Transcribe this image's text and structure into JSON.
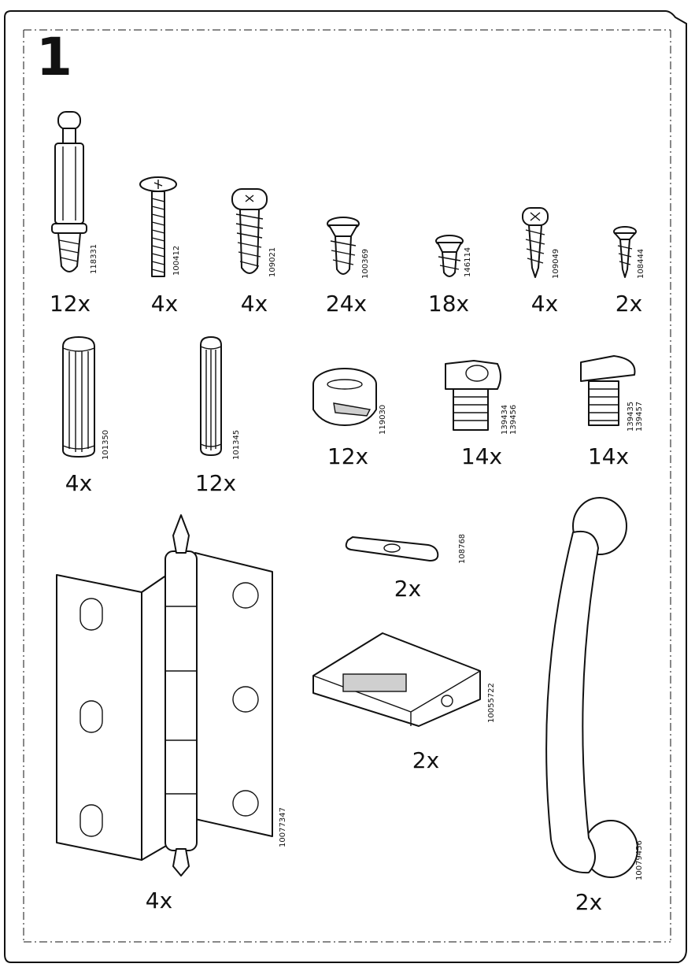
{
  "step_number": "1",
  "parts": [
    {
      "code": "118331",
      "qty": "12x"
    },
    {
      "code": "100412",
      "qty": "4x"
    },
    {
      "code": "109021",
      "qty": "4x"
    },
    {
      "code": "100369",
      "qty": "24x"
    },
    {
      "code": "146114",
      "qty": "18x"
    },
    {
      "code": "109049",
      "qty": "4x"
    },
    {
      "code": "108444",
      "qty": "2x"
    },
    {
      "code": "101350",
      "qty": "4x"
    },
    {
      "code": "101345",
      "qty": "12x"
    },
    {
      "code": "119030",
      "qty": "12x"
    },
    {
      "code": "139434\n139456",
      "qty": "14x"
    },
    {
      "code": "139435\n139457",
      "qty": "14x"
    },
    {
      "code": "10077347",
      "qty": "4x"
    },
    {
      "code": "108768",
      "qty": "2x"
    },
    {
      "code": "10055722",
      "qty": "2x"
    },
    {
      "code": "10079456",
      "qty": "2x"
    }
  ]
}
